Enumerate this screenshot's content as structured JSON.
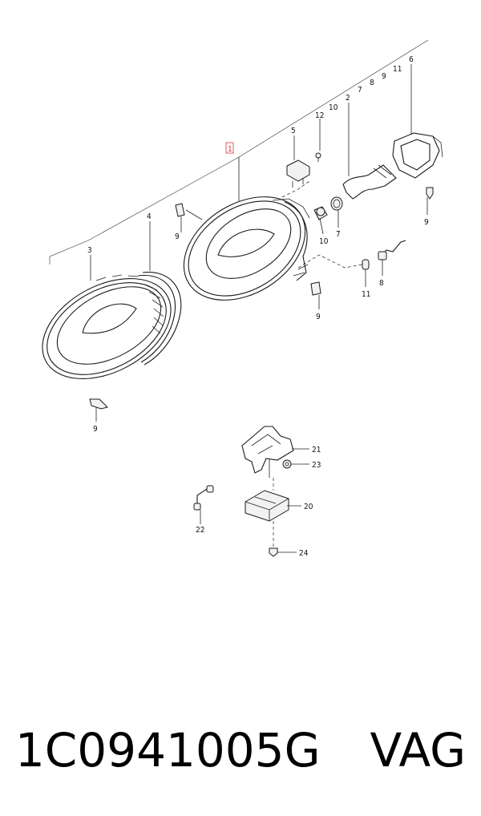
{
  "diagram": {
    "callouts": [
      {
        "id": "1",
        "text": "1"
      },
      {
        "id": "2",
        "text": "2"
      },
      {
        "id": "3",
        "text": "3"
      },
      {
        "id": "4",
        "text": "4"
      },
      {
        "id": "5",
        "text": "5"
      },
      {
        "id": "6",
        "text": "6"
      },
      {
        "id": "7a",
        "text": "7"
      },
      {
        "id": "7b",
        "text": "7"
      },
      {
        "id": "8a",
        "text": "8"
      },
      {
        "id": "8b",
        "text": "8"
      },
      {
        "id": "9a",
        "text": "9"
      },
      {
        "id": "9b",
        "text": "9"
      },
      {
        "id": "9c",
        "text": "9"
      },
      {
        "id": "9d",
        "text": "9"
      },
      {
        "id": "9e",
        "text": "9"
      },
      {
        "id": "10a",
        "text": "10"
      },
      {
        "id": "10b",
        "text": "10"
      },
      {
        "id": "11a",
        "text": "11"
      },
      {
        "id": "11b",
        "text": "11"
      },
      {
        "id": "12",
        "text": "12"
      },
      {
        "id": "20",
        "text": "20"
      },
      {
        "id": "21",
        "text": "21"
      },
      {
        "id": "22",
        "text": "22"
      },
      {
        "id": "23",
        "text": "23"
      },
      {
        "id": "24",
        "text": "24"
      }
    ]
  },
  "caption": {
    "part_number": "1C0941005G",
    "brand": "VAG"
  },
  "colors": {
    "line": "#1a1a1a",
    "highlight_callout": "#d4343a",
    "background": "#ffffff"
  }
}
